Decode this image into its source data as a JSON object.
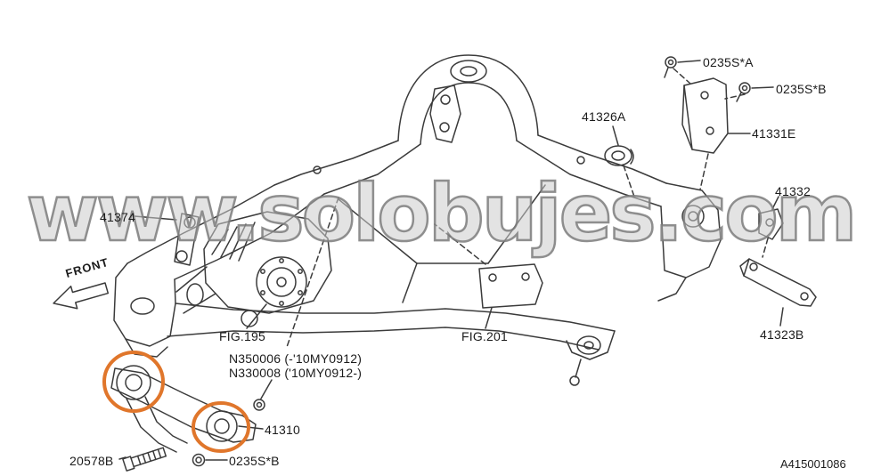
{
  "watermark": {
    "text": "www.solobujes.com"
  },
  "front": {
    "label": "FRONT"
  },
  "footer": {
    "doc_id": "A415001086"
  },
  "annotations": {
    "highlight_color": "#e0762b",
    "line_color": "#3b3b3b",
    "watermark_color": "#cccccc"
  },
  "labels": {
    "bolt_a_top": "0235S*A",
    "bolt_b_top": "0235S*B",
    "p41326a": "41326A",
    "p41331e": "41331E",
    "p41332": "41332",
    "p41374": "41374",
    "p41323b": "41323B",
    "fig195": "FIG.195",
    "fig201": "FIG.201",
    "nut_old": "N350006 (-'10MY0912)",
    "nut_new": "N330008 ('10MY0912-)",
    "p41310": "41310",
    "p20578b": "20578B",
    "bolt_b_bottom": "0235S*B"
  }
}
